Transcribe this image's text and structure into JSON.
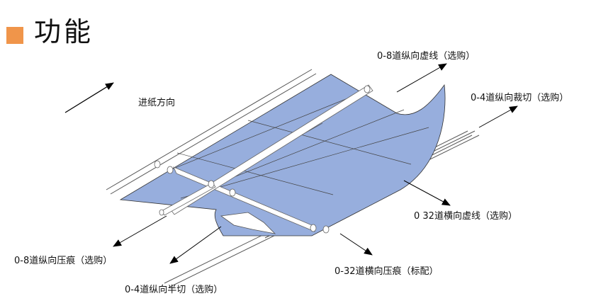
{
  "header": {
    "title": "功能",
    "accent_color": "#f0954a"
  },
  "diagram": {
    "paper_color": "#97aedd",
    "feed_direction_label": "进纸方向",
    "labels": {
      "top_dashed": "0-8道纵向虚线（选购）",
      "top_cut": "0-4道纵向裁切（选购）",
      "cross_dashed": "0 32道横向虚线（选购）",
      "left_crease": "0-8道纵向压痕（选购）",
      "bottom_crease": "0-32道横向压痕（标配）",
      "bottom_half_cut": "0-4道纵向半切（选购）"
    }
  }
}
